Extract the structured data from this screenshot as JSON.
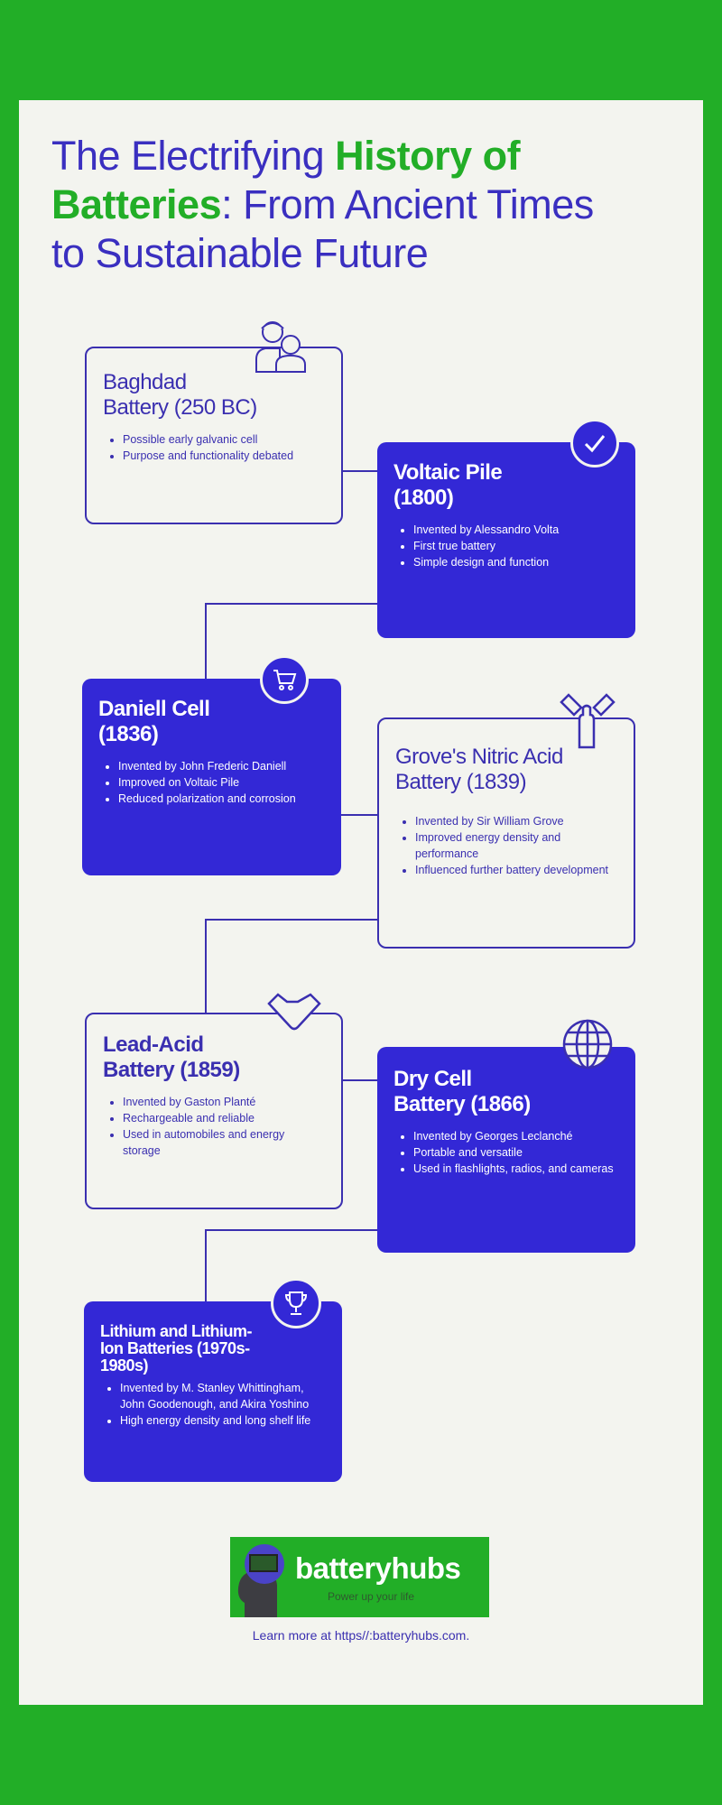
{
  "title": {
    "part1": "The Electrifying ",
    "highlight_a": "History of",
    "highlight_b": "Batteries",
    "part2a": ": From Ancient Times",
    "part2b": "to Sustainable Future"
  },
  "colors": {
    "green": "#22ae27",
    "blue": "#3328d6",
    "panel": "#f3f4ef"
  },
  "cards": [
    {
      "title_lines": [
        "Baghdad",
        "Battery (250 BC)"
      ],
      "icon": "people-icon",
      "bullets": [
        "Possible early galvanic cell",
        "Purpose and functionality debated"
      ]
    },
    {
      "title_lines": [
        "Voltaic Pile",
        "(1800)"
      ],
      "icon": "checkmark-icon",
      "bullets": [
        "Invented by Alessandro Volta",
        "First true battery",
        "Simple design and function"
      ]
    },
    {
      "title_lines": [
        "Daniell Cell",
        "(1836)"
      ],
      "icon": "shopping-cart-icon",
      "bullets": [
        "Invented by John Frederic Daniell",
        "Improved on Voltaic Pile",
        "Reduced polarization and corrosion"
      ]
    },
    {
      "title_lines": [
        "Grove's Nitric Acid",
        "Battery (1839)"
      ],
      "icon": "team-hands-icon",
      "bullets": [
        "Invented by Sir William Grove",
        "Improved energy density and performance",
        "Influenced further battery development"
      ]
    },
    {
      "title_lines": [
        "Lead-Acid",
        "Battery (1859)"
      ],
      "icon": "handshake-icon",
      "bullets": [
        "Invented by Gaston Planté",
        "Rechargeable and reliable",
        "Used in automobiles and energy storage"
      ]
    },
    {
      "title_lines": [
        "Dry Cell",
        "Battery (1866)"
      ],
      "icon": "globe-icon",
      "bullets": [
        "Invented by Georges Leclanché",
        "Portable and versatile",
        "Used in flashlights, radios, and cameras"
      ]
    },
    {
      "title_lines": [
        "Lithium and Lithium-",
        "Ion Batteries (1970s-",
        "1980s)"
      ],
      "icon": "trophy-icon",
      "bullets": [
        "Invented by M. Stanley Whittingham, John Goodenough, and Akira Yoshino",
        "High energy density and long shelf life"
      ]
    }
  ],
  "logo": {
    "name": "batteryhubs",
    "tagline": "Power up your life"
  },
  "footer": "Learn more at https//:batteryhubs.com."
}
